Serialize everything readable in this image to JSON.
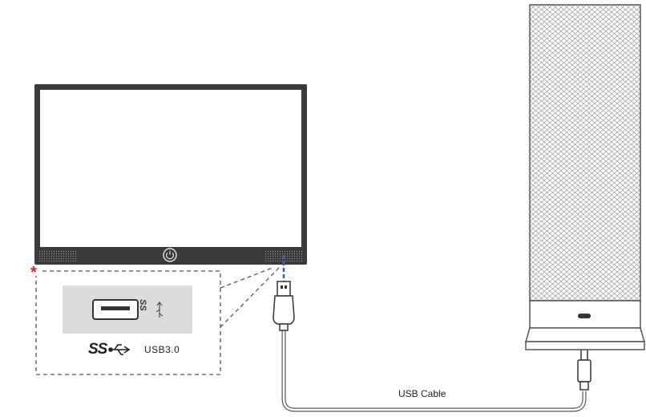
{
  "labels": {
    "port_type": "USB3.0",
    "cable": "USB Cable",
    "ss_logo": "SS",
    "ss_small": "SS",
    "asterisk": "*"
  },
  "colors": {
    "frame": "#3a3a3a",
    "line": "#555555",
    "highlight": "#3a5bbf",
    "accent": "#d9242b",
    "port_panel": "#dcdcdc"
  },
  "icons": [
    "power-icon",
    "usb-a-port-icon",
    "usb-symbol-icon",
    "usb-c-port-icon",
    "usb-a-plug-icon",
    "usb-c-plug-icon"
  ]
}
